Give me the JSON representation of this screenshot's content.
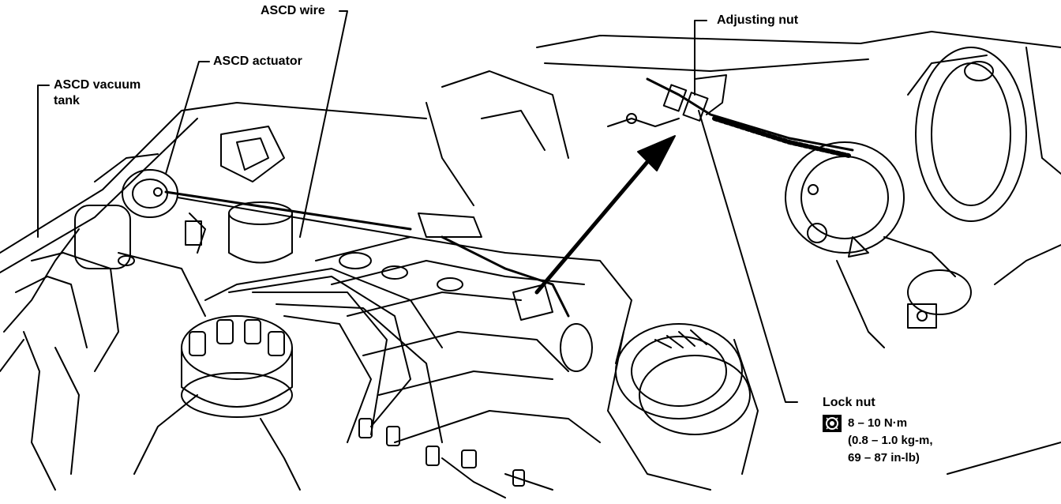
{
  "labels": {
    "asc_wire": "ASCD wire",
    "adjusting_nut": "Adjusting nut",
    "asc_actuator": "ASCD actuator",
    "asc_vacuum_tank_line1": "ASCD vacuum",
    "asc_vacuum_tank_line2": "tank",
    "lock_nut": "Lock nut"
  },
  "torque_spec": {
    "icon": "torque-wrench-icon",
    "line1": "8 – 10 N·m",
    "line2": "(0.8 – 1.0 kg-m,",
    "line3": "69 – 87 in-lb)"
  }
}
